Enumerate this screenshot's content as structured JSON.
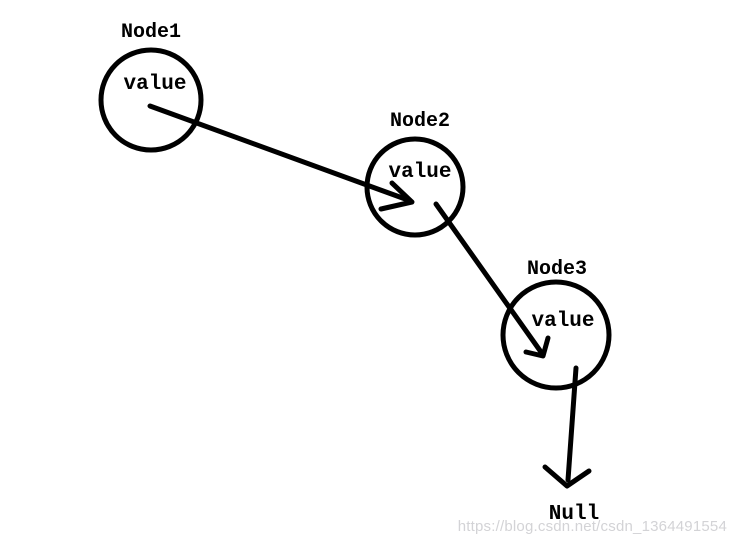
{
  "diagram": {
    "type": "singly-linked-list",
    "ink_color": "#000000",
    "background": "#ffffff",
    "nodes": [
      {
        "label": "Node1",
        "value": "value"
      },
      {
        "label": "Node2",
        "value": "value"
      },
      {
        "label": "Node3",
        "value": "value"
      }
    ],
    "terminator_label": "Null",
    "edges": [
      {
        "from": "Node1",
        "to": "Node2"
      },
      {
        "from": "Node2",
        "to": "Node3"
      },
      {
        "from": "Node3",
        "to": "Null"
      }
    ]
  },
  "watermark": {
    "text": "https://blog.csdn.net/csdn_1364491554",
    "color": "#d3d3d6"
  }
}
